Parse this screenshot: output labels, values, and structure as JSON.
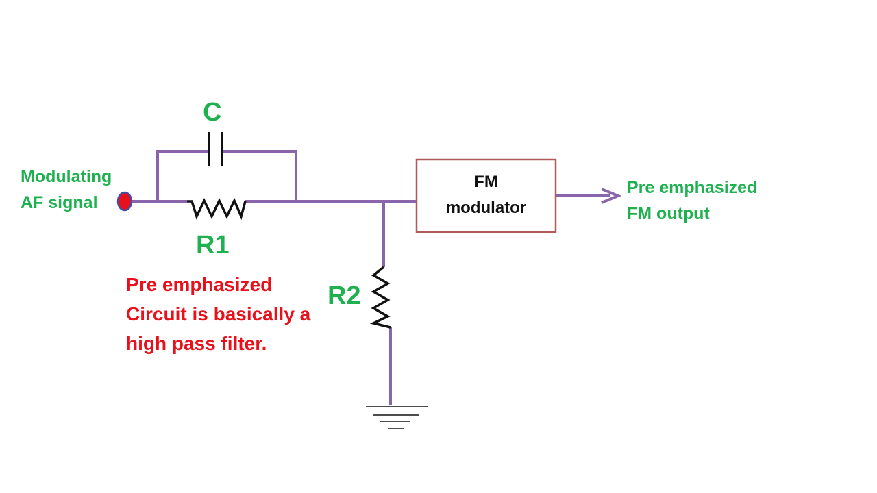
{
  "labels": {
    "capacitor": "C",
    "resistor_1": "R1",
    "resistor_2": "R2",
    "input_line_1": "Modulating",
    "input_line_2": "AF signal",
    "output_line_1": "Pre emphasized",
    "output_line_2": "FM output",
    "modulator_line_1": "FM",
    "modulator_line_2": "modulator",
    "note_line_1": "Pre emphasized",
    "note_line_2": "Circuit is basically a",
    "note_line_3": "high pass filter."
  },
  "colors": {
    "wire": "#8a65ab",
    "component": "#111111",
    "label_green": "#1fb050",
    "note_red": "#e8101a",
    "input_terminal": "#e8101a",
    "terminal_outline": "#3d4fa8",
    "block_border": "#b05a5a"
  },
  "icons": {
    "input": "input-terminal-icon",
    "ground": "ground-icon",
    "arrow": "arrow-right-icon"
  }
}
